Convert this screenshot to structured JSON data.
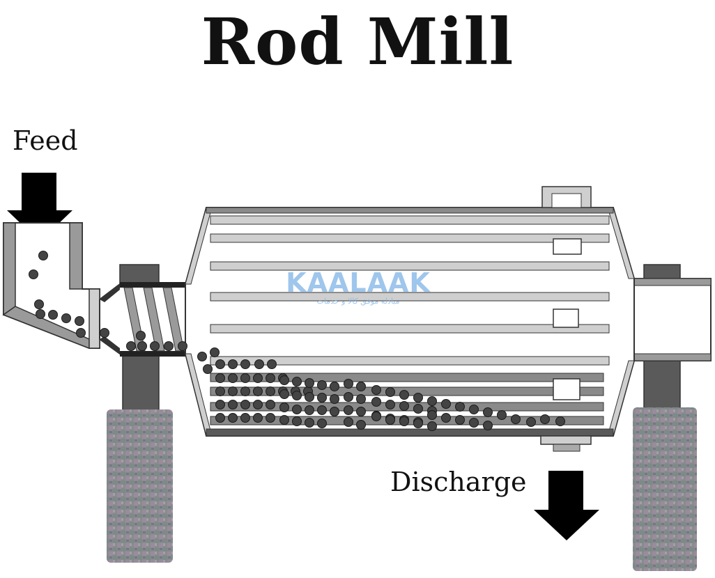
{
  "title": "Rod Mill",
  "labels": {
    "feed": "Feed",
    "discharge": "Discharge"
  },
  "watermark": {
    "brand": "KAALAAK",
    "subtitle": "مبادله موفق کالا و خدمات"
  },
  "colors": {
    "outline": "#333333",
    "rod_light": "#cfcfcf",
    "rod_dark": "#8a8a8a",
    "shell_dark": "#5a5a5a",
    "ball": "#444444",
    "arrow": "#000000",
    "support_base": "#7a7a7a",
    "watermark": "#7fb4e6"
  },
  "icons": [
    "feed-arrow-icon",
    "discharge-arrow-icon"
  ]
}
